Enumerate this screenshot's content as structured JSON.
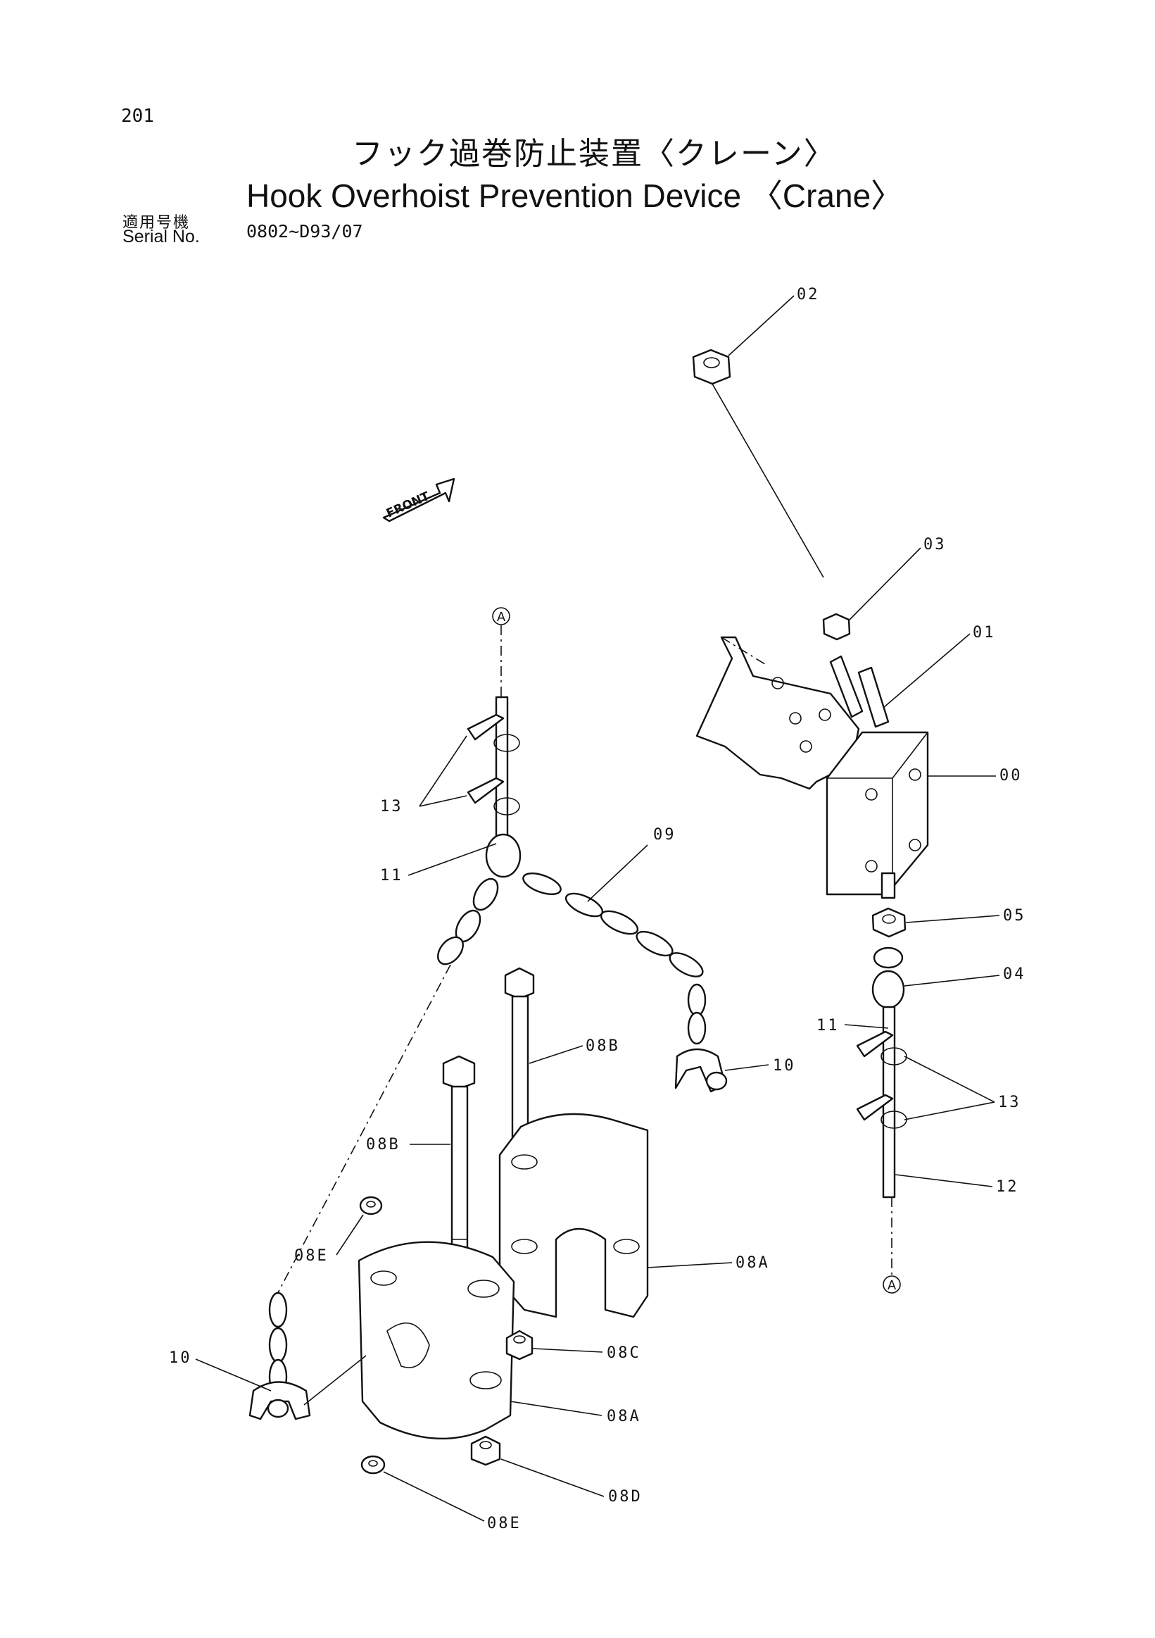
{
  "header": {
    "page_number": "201",
    "title_jp": "フック過巻防止装置〈クレーン〉",
    "title_en": "Hook Overhoist Prevention Device 〈Crane〉",
    "serial_label_jp": "適用号機",
    "serial_label_en": "Serial No.",
    "serial_range": "0802~D93/07"
  },
  "diagram": {
    "front_label": "FRONT",
    "reference_markers": [
      "A",
      "A"
    ],
    "callouts": [
      {
        "id": "c-02",
        "label": "02"
      },
      {
        "id": "c-03",
        "label": "03"
      },
      {
        "id": "c-01",
        "label": "01"
      },
      {
        "id": "c-00",
        "label": "00"
      },
      {
        "id": "c-05",
        "label": "05"
      },
      {
        "id": "c-04",
        "label": "04"
      },
      {
        "id": "c-11r",
        "label": "11"
      },
      {
        "id": "c-13r",
        "label": "13"
      },
      {
        "id": "c-12",
        "label": "12"
      },
      {
        "id": "c-13l",
        "label": "13"
      },
      {
        "id": "c-11l",
        "label": "11"
      },
      {
        "id": "c-09",
        "label": "09"
      },
      {
        "id": "c-08b1",
        "label": "08B"
      },
      {
        "id": "c-10r",
        "label": "10"
      },
      {
        "id": "c-08b2",
        "label": "08B"
      },
      {
        "id": "c-08e1",
        "label": "08E"
      },
      {
        "id": "c-08a1",
        "label": "08A"
      },
      {
        "id": "c-10l",
        "label": "10"
      },
      {
        "id": "c-08c",
        "label": "08C"
      },
      {
        "id": "c-08a2",
        "label": "08A"
      },
      {
        "id": "c-08d",
        "label": "08D"
      },
      {
        "id": "c-08e2",
        "label": "08E"
      }
    ]
  }
}
